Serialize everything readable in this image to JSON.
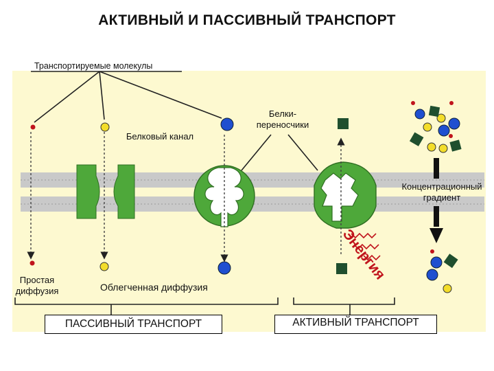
{
  "title": "АКТИВНЫЙ И ПАССИВНЫЙ ТРАНСПОРТ",
  "labels": {
    "transported_molecules": "Транспортируемые молекулы",
    "protein_channel": "Белковый канал",
    "carrier_proteins": "Белки-переносчики",
    "concentration_gradient": "Концентрационный градиент",
    "simple_diffusion": "Простая диффузия",
    "facilitated_diffusion": "Облегченная диффузия",
    "passive_transport": "ПАССИВНЫЙ ТРАНСПОРТ",
    "active_transport": "АКТИВНЫЙ ТРАНСПОРТ",
    "energy": "Энергия"
  },
  "colors": {
    "panel_background": "#fdf9d0",
    "membrane": "#c9c9c9",
    "protein_green": "#4ea83a",
    "small_red_molecule": "#c0141c",
    "yellow_molecule": "#f3dd2a",
    "blue_molecule": "#1f4fd0",
    "dark_green_square": "#1f4f2e",
    "energy_text": "#c0141c"
  }
}
